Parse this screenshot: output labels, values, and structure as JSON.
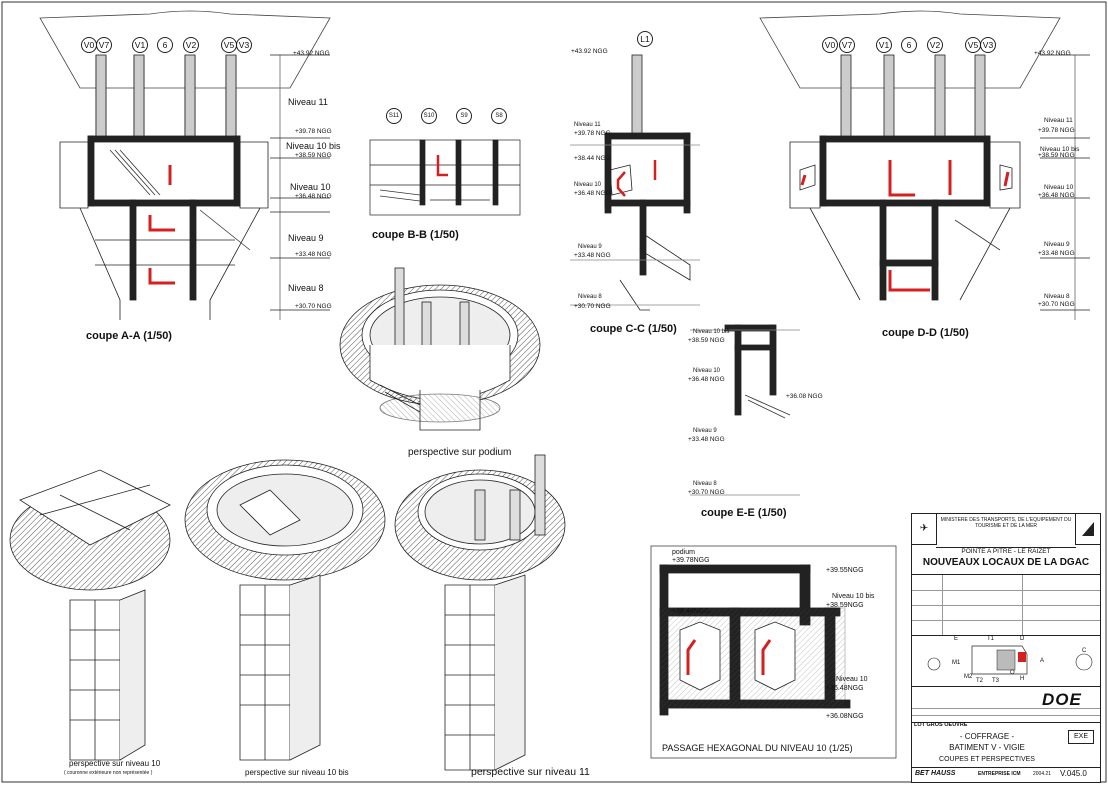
{
  "sections": {
    "aa": {
      "caption": "coupe A-A (1/50)"
    },
    "bb": {
      "caption": "coupe B-B (1/50)"
    },
    "cc": {
      "caption": "coupe C-C (1/50)"
    },
    "dd": {
      "caption": "coupe D-D (1/50)"
    },
    "ee": {
      "caption": "coupe E-E (1/50)"
    }
  },
  "axes_left": [
    "V0",
    "V7",
    "V1",
    "6",
    "V2",
    "V5",
    "V3"
  ],
  "axes_right": [
    "V0",
    "V7",
    "V1",
    "6",
    "V2",
    "V5",
    "V3"
  ],
  "axis_cc": "L1",
  "axes_bb": [
    "S11",
    "S10",
    "S9",
    "S8"
  ],
  "levels": {
    "niv11": "Niveau 11",
    "niv10bis": "Niveau 10 bis",
    "niv10": "Niveau 10",
    "niv9": "Niveau 9",
    "niv8": "Niveau 8"
  },
  "elevations": {
    "e4392": "+43.92 NGG",
    "e3978": "+39.78 NGG",
    "e3859": "+38.59 NGG",
    "e3648": "+36.48 NGG",
    "e3348": "+33.48 NGG",
    "e3070": "+30.70 NGG",
    "e3844": "+38.44 NGG",
    "e3608": "+36.08 NGG"
  },
  "perspectives": {
    "podium": "perspective sur podium",
    "niv10": "perspective sur niveau 10",
    "niv10_note": "( couronne extérieure non représentée )",
    "niv10bis": "perspective sur niveau 10 bis",
    "niv11": "perspective sur niveau 11"
  },
  "passage": {
    "title": "PASSAGE HEXAGONAL DU NIVEAU 10 (1/25)",
    "podium_label": "podium",
    "e3978": "+39.78NGG",
    "e3844": "+38.44NGG",
    "e3955": "+39.55NGG",
    "niv10bis": "Niveau 10 bis",
    "e3859": "+38.59NGG",
    "niv10": "Niveau 10",
    "e3648": "+36.48NGG",
    "e3608": "+36.08NGG"
  },
  "title_block": {
    "ministry": "MINISTERE DES TRANSPORTS, DE L'EQUIPEMENT DU TOURISME ET DE LA MER",
    "location": "POINTE A PITRE - LE RAIZET",
    "project": "NOUVEAUX LOCAUX DE LA DGAC",
    "keyplan_labels": [
      "E",
      "T1",
      "D",
      "M1",
      "M2",
      "T2",
      "T3",
      "O",
      "H",
      "A",
      "C"
    ],
    "stamp": "DOE",
    "lot": "LOT GROS OEUVRE",
    "discipline": "- COFFRAGE -",
    "building": "BATIMENT V - VIGIE",
    "sheet_title": "COUPES ET PERSPECTIVES",
    "phase": "EXE",
    "bet": "BET HAUSS",
    "company": "ENTREPRISE ICM",
    "date": "2004.21",
    "number": "V.045.0"
  },
  "colors": {
    "ink": "#1a1a1a",
    "red": "#d42020",
    "hatch": "#555555"
  }
}
